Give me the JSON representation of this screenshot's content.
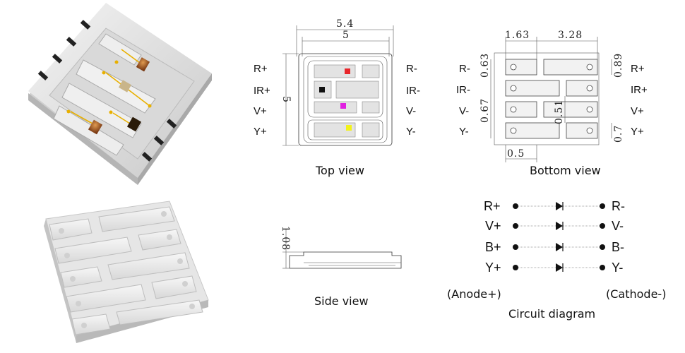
{
  "top_view": {
    "caption": "Top view",
    "dim_outer": "5.4",
    "dim_inner": "5",
    "dim_side": "5",
    "left_pins": [
      "R+",
      "IR+",
      "V+",
      "Y+"
    ],
    "right_pins": [
      "R-",
      "IR-",
      "V-",
      "Y-"
    ],
    "chip_colors": [
      "#e8262b",
      "#111111",
      "#e020e0",
      "#f2f21a"
    ]
  },
  "bottom_view": {
    "caption": "Bottom view",
    "dim_a": "1.63",
    "dim_b": "3.28",
    "dim_c": "0.63",
    "dim_d": "0.89",
    "dim_e": "0.67",
    "dim_f": "0.51",
    "dim_g": "0.7",
    "dim_h": "0.5",
    "left_pins": [
      "R-",
      "IR-",
      "V-",
      "Y-"
    ],
    "right_pins": [
      "R+",
      "IR+",
      "V+",
      "Y+"
    ]
  },
  "side_view": {
    "caption": "Side view",
    "dim_height": "1.08"
  },
  "circuit": {
    "caption": "Circuit diagram",
    "anode_label": "(Anode+)",
    "cathode_label": "(Cathode-)",
    "left_pins": [
      "R+",
      "V+",
      "B+",
      "Y+"
    ],
    "right_pins": [
      "R-",
      "V-",
      "B-",
      "Y-"
    ]
  }
}
